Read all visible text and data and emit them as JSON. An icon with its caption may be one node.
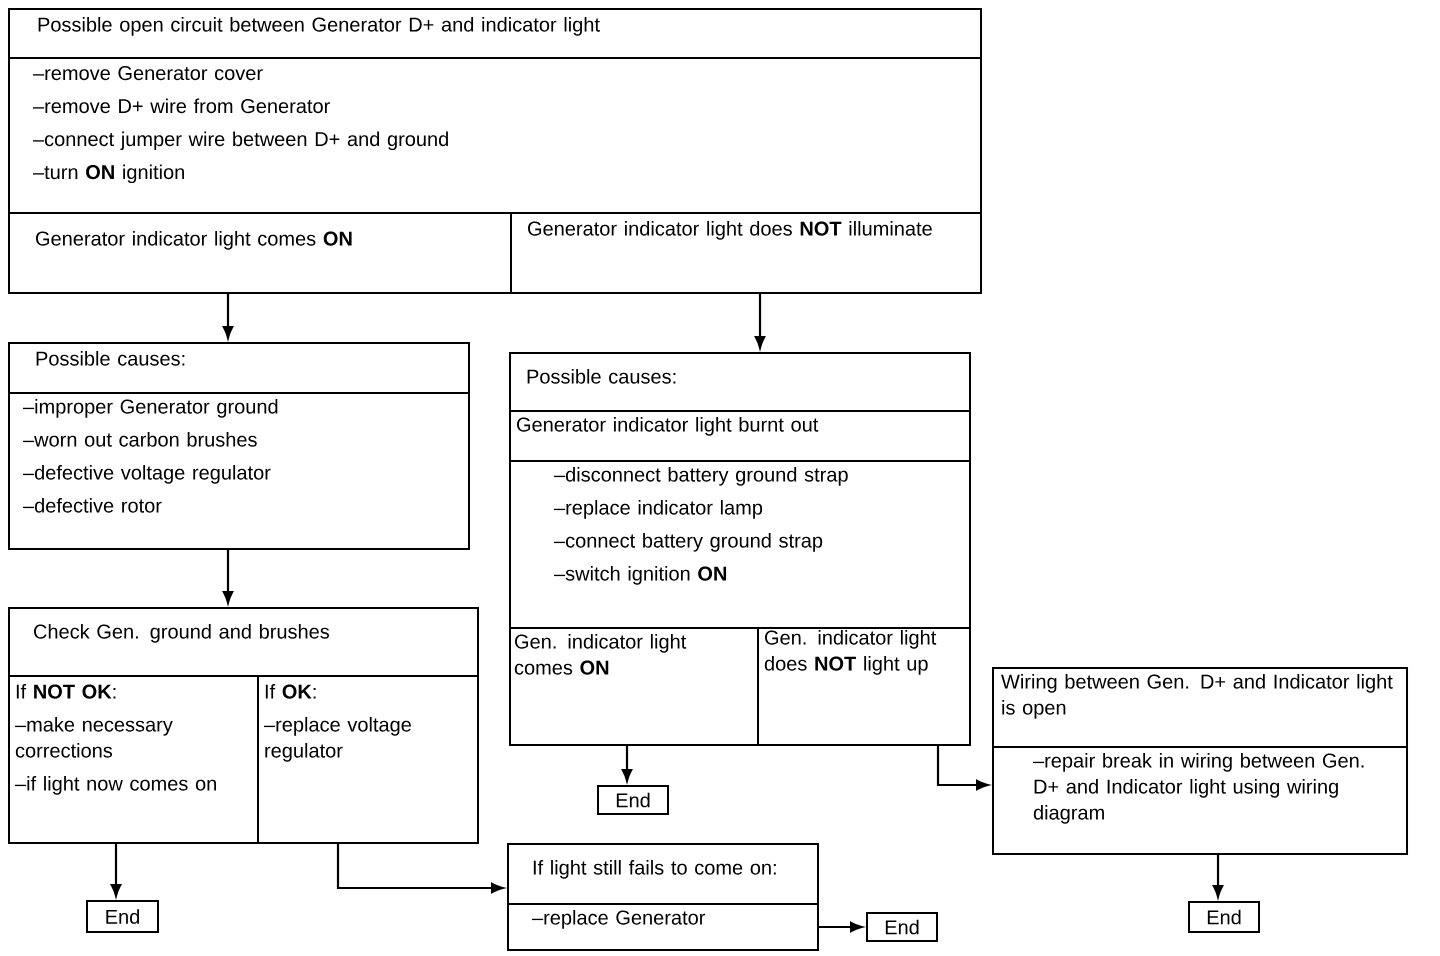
{
  "diagram": {
    "nodes": [
      {
        "text": [
          "Possible open circuit between Generator D+ and indicator light"
        ]
      },
      {
        "text": [
          "–remove Generator cover",
          "–remove D+ wire from Generator",
          "–connect jumper wire between D+ and ground",
          "–turn **ON** ignition"
        ]
      },
      {
        "text": [
          "Generator indicator light comes **ON**"
        ]
      },
      {
        "text": [
          "Generator indicator light does **NOT** illuminate"
        ]
      },
      {
        "text": [
          "Possible causes:"
        ]
      },
      {
        "text": [
          "–improper Generator ground",
          "–worn out carbon brushes",
          "–defective voltage regulator",
          "–defective rotor"
        ]
      },
      {
        "text": [
          "Check Gen. ground and brushes"
        ]
      },
      {
        "text": [
          "If **NOT OK**:",
          "–make necessary corrections",
          "–if light now comes on"
        ]
      },
      {
        "text": [
          "If **OK**:",
          "–replace voltage regulator"
        ]
      },
      {
        "text": [
          "End"
        ]
      },
      {
        "text": [
          "If light still fails to come on:"
        ]
      },
      {
        "text": [
          "–replace Generator"
        ]
      },
      {
        "text": [
          "End"
        ]
      },
      {
        "text": [
          "Possible causes:"
        ]
      },
      {
        "text": [
          "Generator indicator light burnt out"
        ]
      },
      {
        "text": [
          "–disconnect battery ground strap",
          "–replace indicator lamp",
          "–connect battery ground strap",
          "–switch ignition **ON**"
        ]
      },
      {
        "text": [
          "Gen. indicator light comes **ON**"
        ]
      },
      {
        "text": [
          "Gen. indicator light does **NOT** light up"
        ]
      },
      {
        "text": [
          "End"
        ]
      },
      {
        "text": [
          "Wiring between Gen. D+ and Indicator light is open"
        ]
      },
      {
        "text": [
          "–repair break in wiring between Gen. D+ and Indicator light using wiring diagram"
        ]
      },
      {
        "text": [
          "End"
        ]
      }
    ],
    "edges": [
      {
        "from": 2,
        "to": 4,
        "arrow": "to"
      },
      {
        "from": 3,
        "to": 13,
        "arrow": "to"
      },
      {
        "from": 5,
        "to": 6,
        "arrow": "to"
      },
      {
        "from": 7,
        "to": 9,
        "arrow": "to"
      },
      {
        "from": 8,
        "to": 10,
        "arrow": "to"
      },
      {
        "from": 11,
        "to": 12,
        "arrow": "to"
      },
      {
        "from": 16,
        "to": 18,
        "arrow": "to"
      },
      {
        "from": 17,
        "to": 20,
        "arrow": "to"
      },
      {
        "from": 20,
        "to": 21,
        "arrow": "to"
      }
    ]
  }
}
